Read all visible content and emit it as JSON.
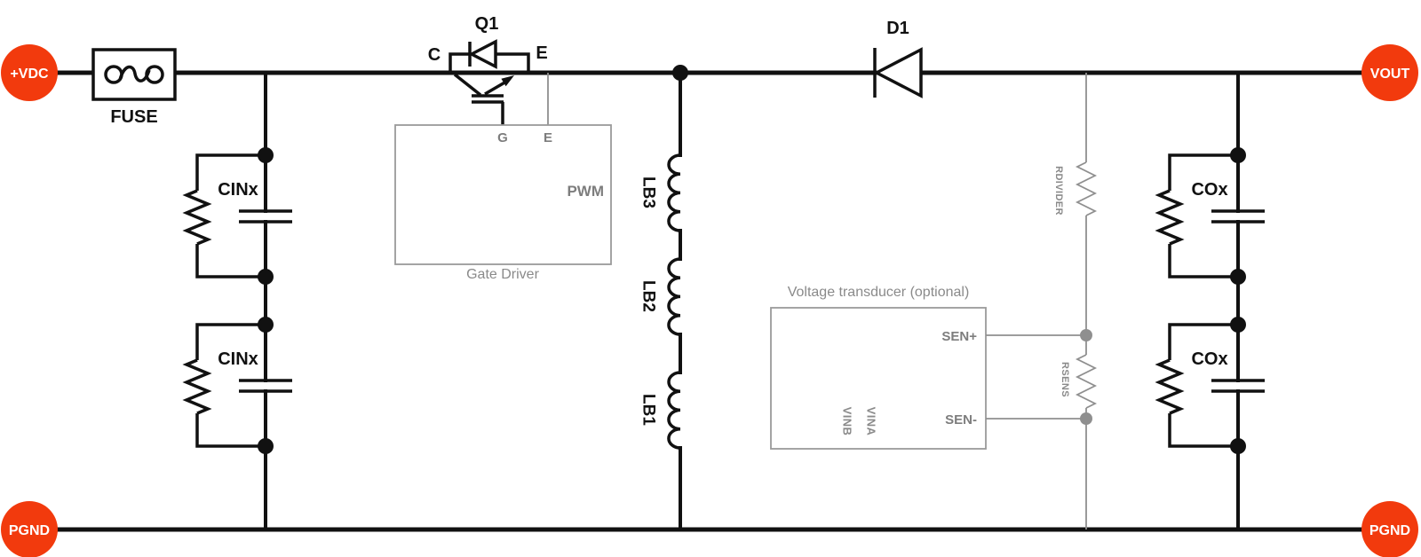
{
  "colors": {
    "terminal_fill": "#F23A0D",
    "wire": "#111111",
    "gray": "#8F8F8F"
  },
  "terminals": {
    "vdc": {
      "label": "+VDC"
    },
    "pgnd_left": {
      "label": "PGND"
    },
    "vout": {
      "label": "VOUT"
    },
    "pgnd_right": {
      "label": "PGND"
    }
  },
  "fuse": {
    "label": "FUSE"
  },
  "q1": {
    "designator": "Q1",
    "collector_label": "C",
    "emitter_label": "E"
  },
  "gate_driver": {
    "caption": "Gate Driver",
    "pin_g": "G",
    "pin_e": "E",
    "pin_pwm": "PWM"
  },
  "input_caps": {
    "cap1_label": "CINx",
    "cap2_label": "CINx"
  },
  "inductors": {
    "lb3": "LB3",
    "lb2": "LB2",
    "lb1": "LB1"
  },
  "d1": {
    "designator": "D1"
  },
  "divider": {
    "rdivider_label": "RDIVIDER",
    "rsens_label": "RSENS"
  },
  "transducer": {
    "caption": "Voltage transducer (optional)",
    "pin_sen_plus": "SEN+",
    "pin_sen_minus": "SEN-",
    "pin_vina": "VINA",
    "pin_vinb": "VINB"
  },
  "output_caps": {
    "cap1_label": "COx",
    "cap2_label": "COx"
  }
}
